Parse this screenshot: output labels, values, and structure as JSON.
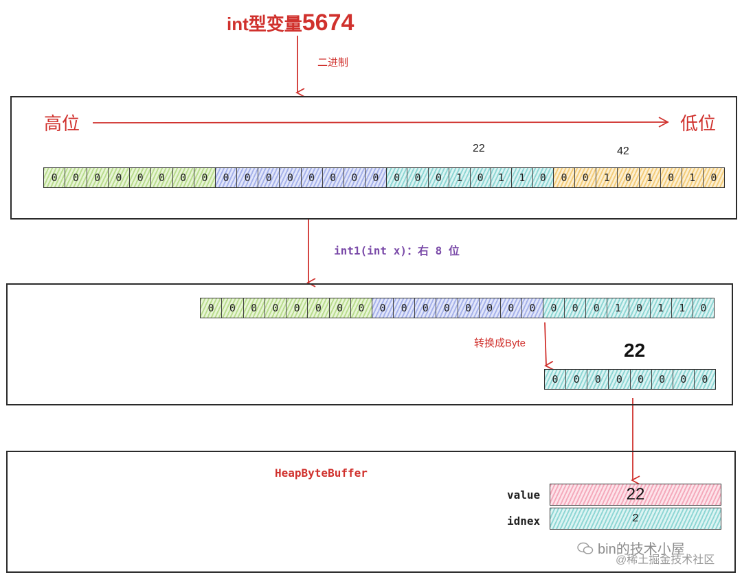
{
  "title": {
    "prefix": "int型变量",
    "number": "5674"
  },
  "step1_label": "二进制",
  "panel1": {
    "high_label": "高位",
    "low_label": "低位",
    "byte_labels": [
      "",
      "",
      "22",
      "42"
    ],
    "bytes": [
      [
        "0",
        "0",
        "0",
        "0",
        "0",
        "0",
        "0",
        "0"
      ],
      [
        "0",
        "0",
        "0",
        "0",
        "0",
        "0",
        "0",
        "0"
      ],
      [
        "0",
        "0",
        "0",
        "1",
        "0",
        "1",
        "1",
        "0"
      ],
      [
        "0",
        "0",
        "1",
        "0",
        "1",
        "0",
        "1",
        "0"
      ]
    ]
  },
  "step2_label": "int1(int x)：右 8 位",
  "panel2": {
    "bytes": [
      [
        "0",
        "0",
        "0",
        "0",
        "0",
        "0",
        "0",
        "0"
      ],
      [
        "0",
        "0",
        "0",
        "0",
        "0",
        "0",
        "0",
        "0"
      ],
      [
        "0",
        "0",
        "0",
        "1",
        "0",
        "1",
        "1",
        "0"
      ]
    ],
    "convert_label": "转换成Byte",
    "result_value": "22",
    "result_bits": [
      "0",
      "0",
      "0",
      "0",
      "0",
      "0",
      "0",
      "0"
    ]
  },
  "panel3": {
    "class_name": "HeapByteBuffer",
    "fields": [
      {
        "name": "value",
        "value": "22"
      },
      {
        "name": "idnex",
        "value": "2"
      }
    ]
  },
  "watermark": {
    "line1": "bin的技术小屋",
    "line2": "@稀土掘金技术社区"
  },
  "colors": {
    "accent_red": "#d0312d",
    "byte_green": "#b9dc8e",
    "byte_blue": "#a6b2ea",
    "byte_teal": "#8ed6d4",
    "byte_orange": "#f3cc7a",
    "field_pink": "#f4a9bb"
  }
}
